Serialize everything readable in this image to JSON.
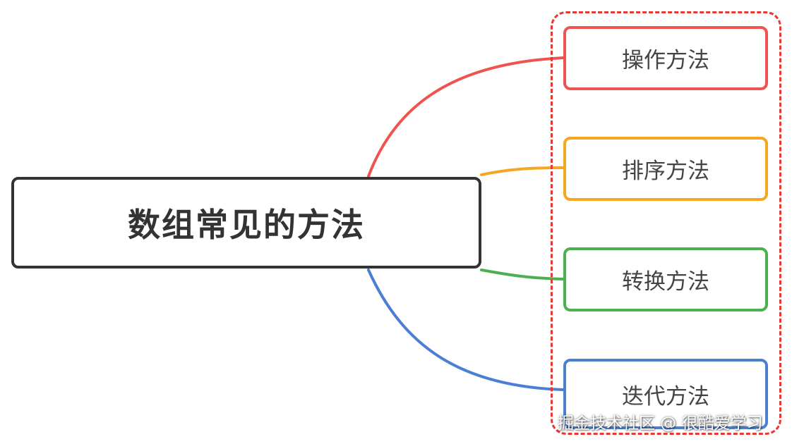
{
  "diagram": {
    "central_topic": "数组常见的方法",
    "central_border_color": "#333333",
    "group_border_color": "#e53935",
    "children": [
      {
        "label": "操作方法",
        "color": "#ef5350"
      },
      {
        "label": "排序方法",
        "color": "#f5a623"
      },
      {
        "label": "转换方法",
        "color": "#4caf50"
      },
      {
        "label": "迭代方法",
        "color": "#4a7fd4"
      }
    ]
  },
  "watermark": {
    "text": "掘金技术社区 @ 很酷爱学习"
  }
}
